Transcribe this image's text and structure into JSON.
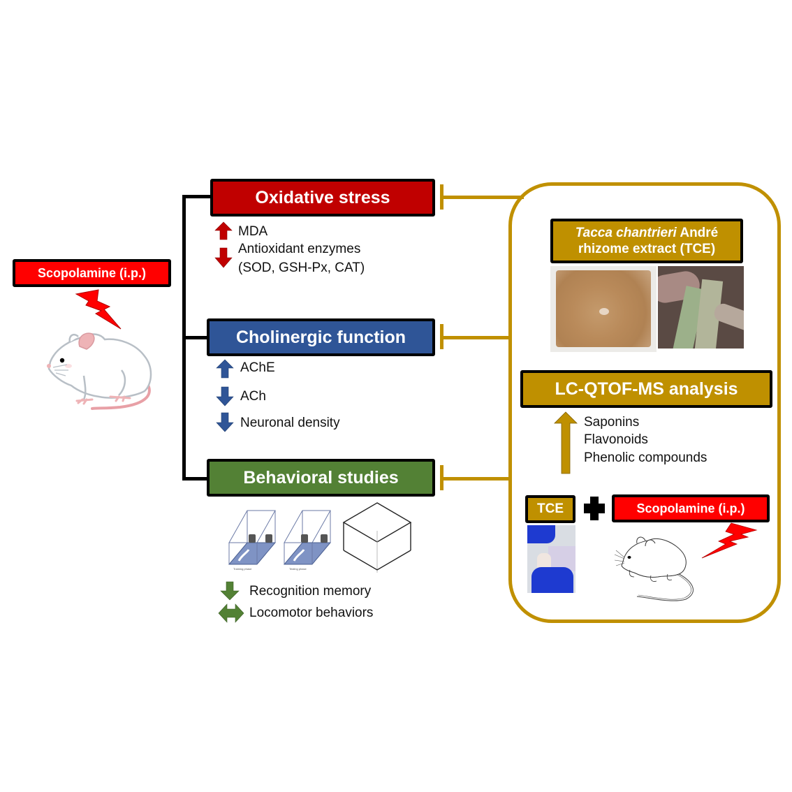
{
  "colors": {
    "scopolamine_red": "#FF0000",
    "oxidative_red": "#C00000",
    "cholinergic_blue": "#2F5597",
    "behavioral_green": "#538135",
    "tce_gold": "#BF9000",
    "connector_gold": "#C09000"
  },
  "left": {
    "scopolamine_label": "Scopolamine (i.p.)"
  },
  "effects": {
    "oxidative": {
      "title": "Oxidative stress",
      "items": [
        {
          "direction": "up",
          "text": "MDA"
        },
        {
          "direction": "down",
          "text": "Antioxidant enzymes"
        },
        {
          "direction": "none",
          "text": "(SOD, GSH-Px, CAT)"
        }
      ]
    },
    "cholinergic": {
      "title": "Cholinergic function",
      "items": [
        {
          "direction": "up",
          "text": "AChE"
        },
        {
          "direction": "down",
          "text": "ACh"
        },
        {
          "direction": "down",
          "text": "Neuronal density"
        }
      ]
    },
    "behavioral": {
      "title": "Behavioral studies",
      "figure_captions": [
        "Training phase",
        "Testing phase"
      ],
      "items": [
        {
          "direction": "down",
          "text": "Recognition memory"
        },
        {
          "direction": "both",
          "text": "Locomotor behaviors"
        }
      ]
    }
  },
  "right": {
    "extract_title_italic": "Tacca chantrieri",
    "extract_title_rest": " André",
    "extract_title_line2": "rhizome extract (TCE)",
    "analysis_title": "LC-QTOF-MS analysis",
    "compounds": [
      "Saponins",
      "Flavonoids",
      "Phenolic compounds"
    ],
    "compounds_direction": "up",
    "tce_label": "TCE",
    "plus_symbol": "plus",
    "scopolamine_label": "Scopolamine (i.p.)"
  }
}
